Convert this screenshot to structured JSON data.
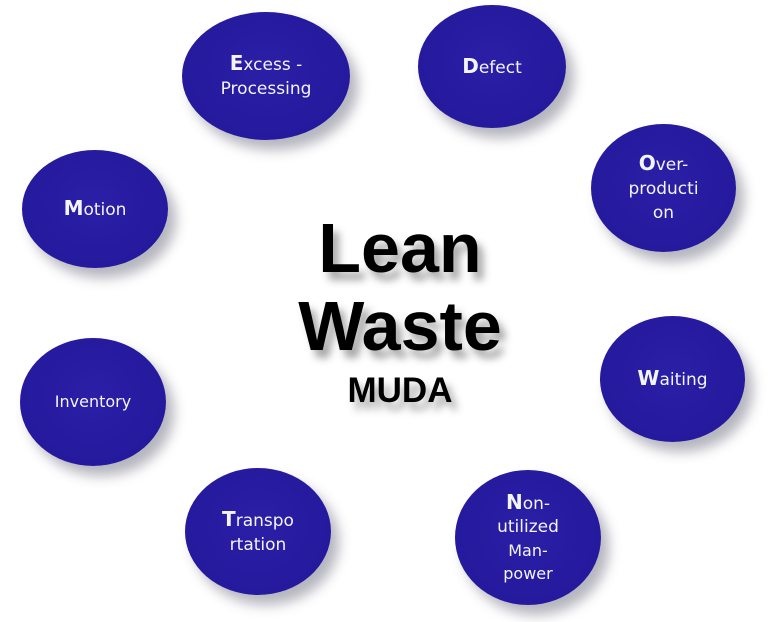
{
  "diagram": {
    "title_line1": "Lean",
    "title_line2": "Waste",
    "subtitle": "MUDA",
    "bubble_color": "#25199d",
    "text_color": "#ffffff",
    "nodes": [
      {
        "id": "excess-processing",
        "first": "E",
        "line1_rest": "xcess -",
        "line2": "Processing"
      },
      {
        "id": "defect",
        "first": "D",
        "line1_rest": "efect"
      },
      {
        "id": "over-production",
        "first": "O",
        "line1_rest": "ver-",
        "line2": "producti",
        "line3": "on"
      },
      {
        "id": "motion",
        "first": "M",
        "line1_rest": "otion"
      },
      {
        "id": "waiting",
        "first": "W",
        "line1_rest": "aiting"
      },
      {
        "id": "inventory",
        "line1": "Inventory"
      },
      {
        "id": "transportation",
        "first": "T",
        "line1_rest": "ranspo",
        "line2": "rtation"
      },
      {
        "id": "non-utilized-manpower",
        "first": "N",
        "line1_rest": "on-",
        "line2": "utilized",
        "line3": "Man-",
        "line4": "power"
      }
    ]
  }
}
